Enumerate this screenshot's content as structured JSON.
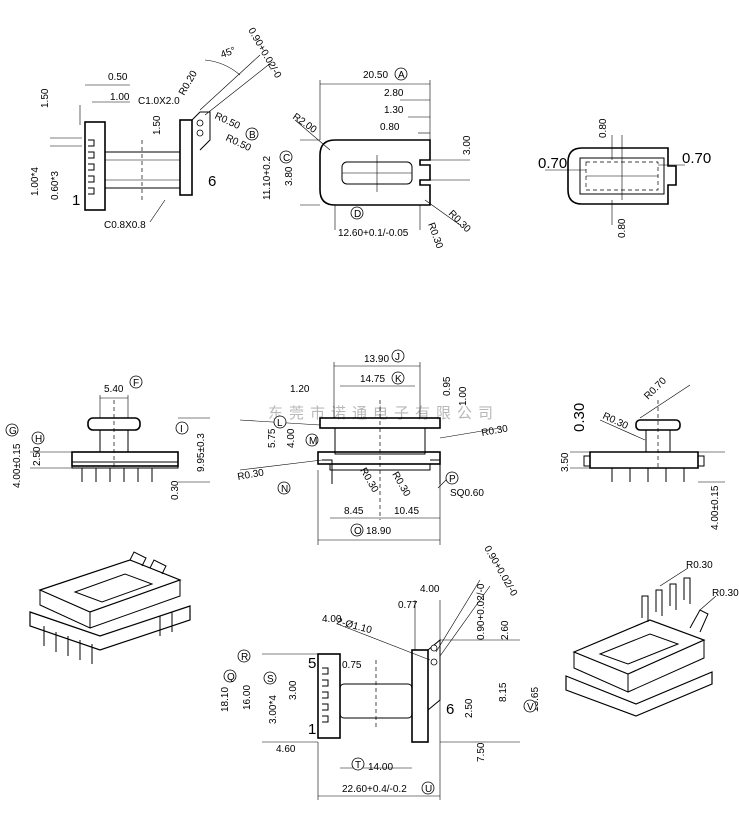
{
  "watermark": "东莞市诺通电子有限公司",
  "view_top_left": {
    "dims": [
      "0.50",
      "1.00",
      "1.50",
      "C1.0X2.0",
      "R0.20",
      "45°",
      "0.90+0.02/-0",
      "R0.50",
      "R0.50",
      "1.50",
      "1.00*4",
      "0.60*3",
      "C0.8X0.8"
    ],
    "pin_first": "1",
    "pin_last": "6",
    "callout_b": "B"
  },
  "view_top_mid": {
    "dims": [
      "20.50",
      "2.80",
      "1.30",
      "0.80",
      "R2.00",
      "3.00",
      "11.10+0.2",
      "3.80",
      "12.60+0.1/-0.05",
      "R0.30",
      "R0.30"
    ],
    "callouts": [
      "A",
      "C",
      "D"
    ]
  },
  "view_top_right": {
    "dims": [
      "0.80",
      "0.70",
      "0.70",
      "0.80"
    ]
  },
  "view_front_left": {
    "dims": [
      "5.40",
      "2.50",
      "4.00±0.15",
      "9.95±0.3",
      "0.30"
    ],
    "callouts": [
      "F",
      "G",
      "H",
      "I"
    ]
  },
  "view_front_mid": {
    "dims": [
      "13.90",
      "14.75",
      "1.20",
      "0.95",
      "1.00",
      "5.75",
      "4.00",
      "R0.30",
      "R0.30",
      "R0.30",
      "R0.30",
      "SQ0.60",
      "8.45",
      "10.45",
      "18.90"
    ],
    "callouts": [
      "J",
      "K",
      "L",
      "M",
      "N",
      "O",
      "P"
    ]
  },
  "view_front_right": {
    "dims": [
      "R0.70",
      "0.30",
      "R0.30",
      "3.50",
      "4.00±0.15"
    ]
  },
  "view_bottom": {
    "dims": [
      "4.00",
      "0.77",
      "0.90+0.02/-0",
      "0.90+0.02/-0",
      "4.00",
      "2-Ø1.10",
      "0.75",
      "2.60",
      "18.10",
      "16.00",
      "3.00*4",
      "3.00",
      "8.15",
      "15.65",
      "2.50",
      "4.60",
      "14.00",
      "7.50",
      "22.60+0.4/-0.2"
    ],
    "pin_first": "1",
    "pin_five": "5",
    "pin_six": "6",
    "callouts": [
      "Q",
      "R",
      "S",
      "T",
      "U",
      "V"
    ]
  },
  "view_iso_right": {
    "dims": [
      "R0.30",
      "R0.30"
    ]
  }
}
